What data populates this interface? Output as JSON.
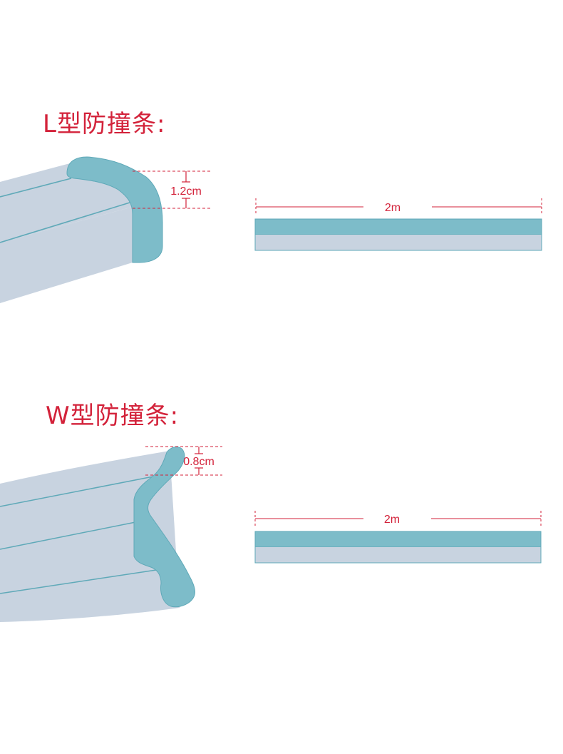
{
  "colors": {
    "accent": "#d3223a",
    "strip_body": "#c8d3e0",
    "strip_edge": "#7dbcc9",
    "strip_outline": "#5fa9b8"
  },
  "l_type": {
    "title": "L型防撞条:",
    "thickness_label": "1.2cm",
    "length_label": "2m"
  },
  "w_type": {
    "title": "W型防撞条:",
    "thickness_label": "0.8cm",
    "length_label": "2m"
  }
}
